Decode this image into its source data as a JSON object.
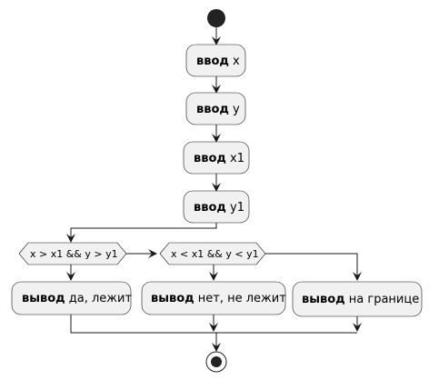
{
  "diagram": {
    "steps": [
      {
        "keyword": "ввод",
        "text": "x"
      },
      {
        "keyword": "ввод",
        "text": "y"
      },
      {
        "keyword": "ввод",
        "text": "x1"
      },
      {
        "keyword": "ввод",
        "text": "y1"
      }
    ],
    "conditions": [
      {
        "text": "x > x1 && y > y1"
      },
      {
        "text": "x < x1 && y < y1"
      }
    ],
    "outputs": [
      {
        "keyword": "вывод",
        "text": "да, лежит"
      },
      {
        "keyword": "вывод",
        "text": "нет, не лежит"
      },
      {
        "keyword": "вывод",
        "text": "на границе"
      }
    ]
  }
}
